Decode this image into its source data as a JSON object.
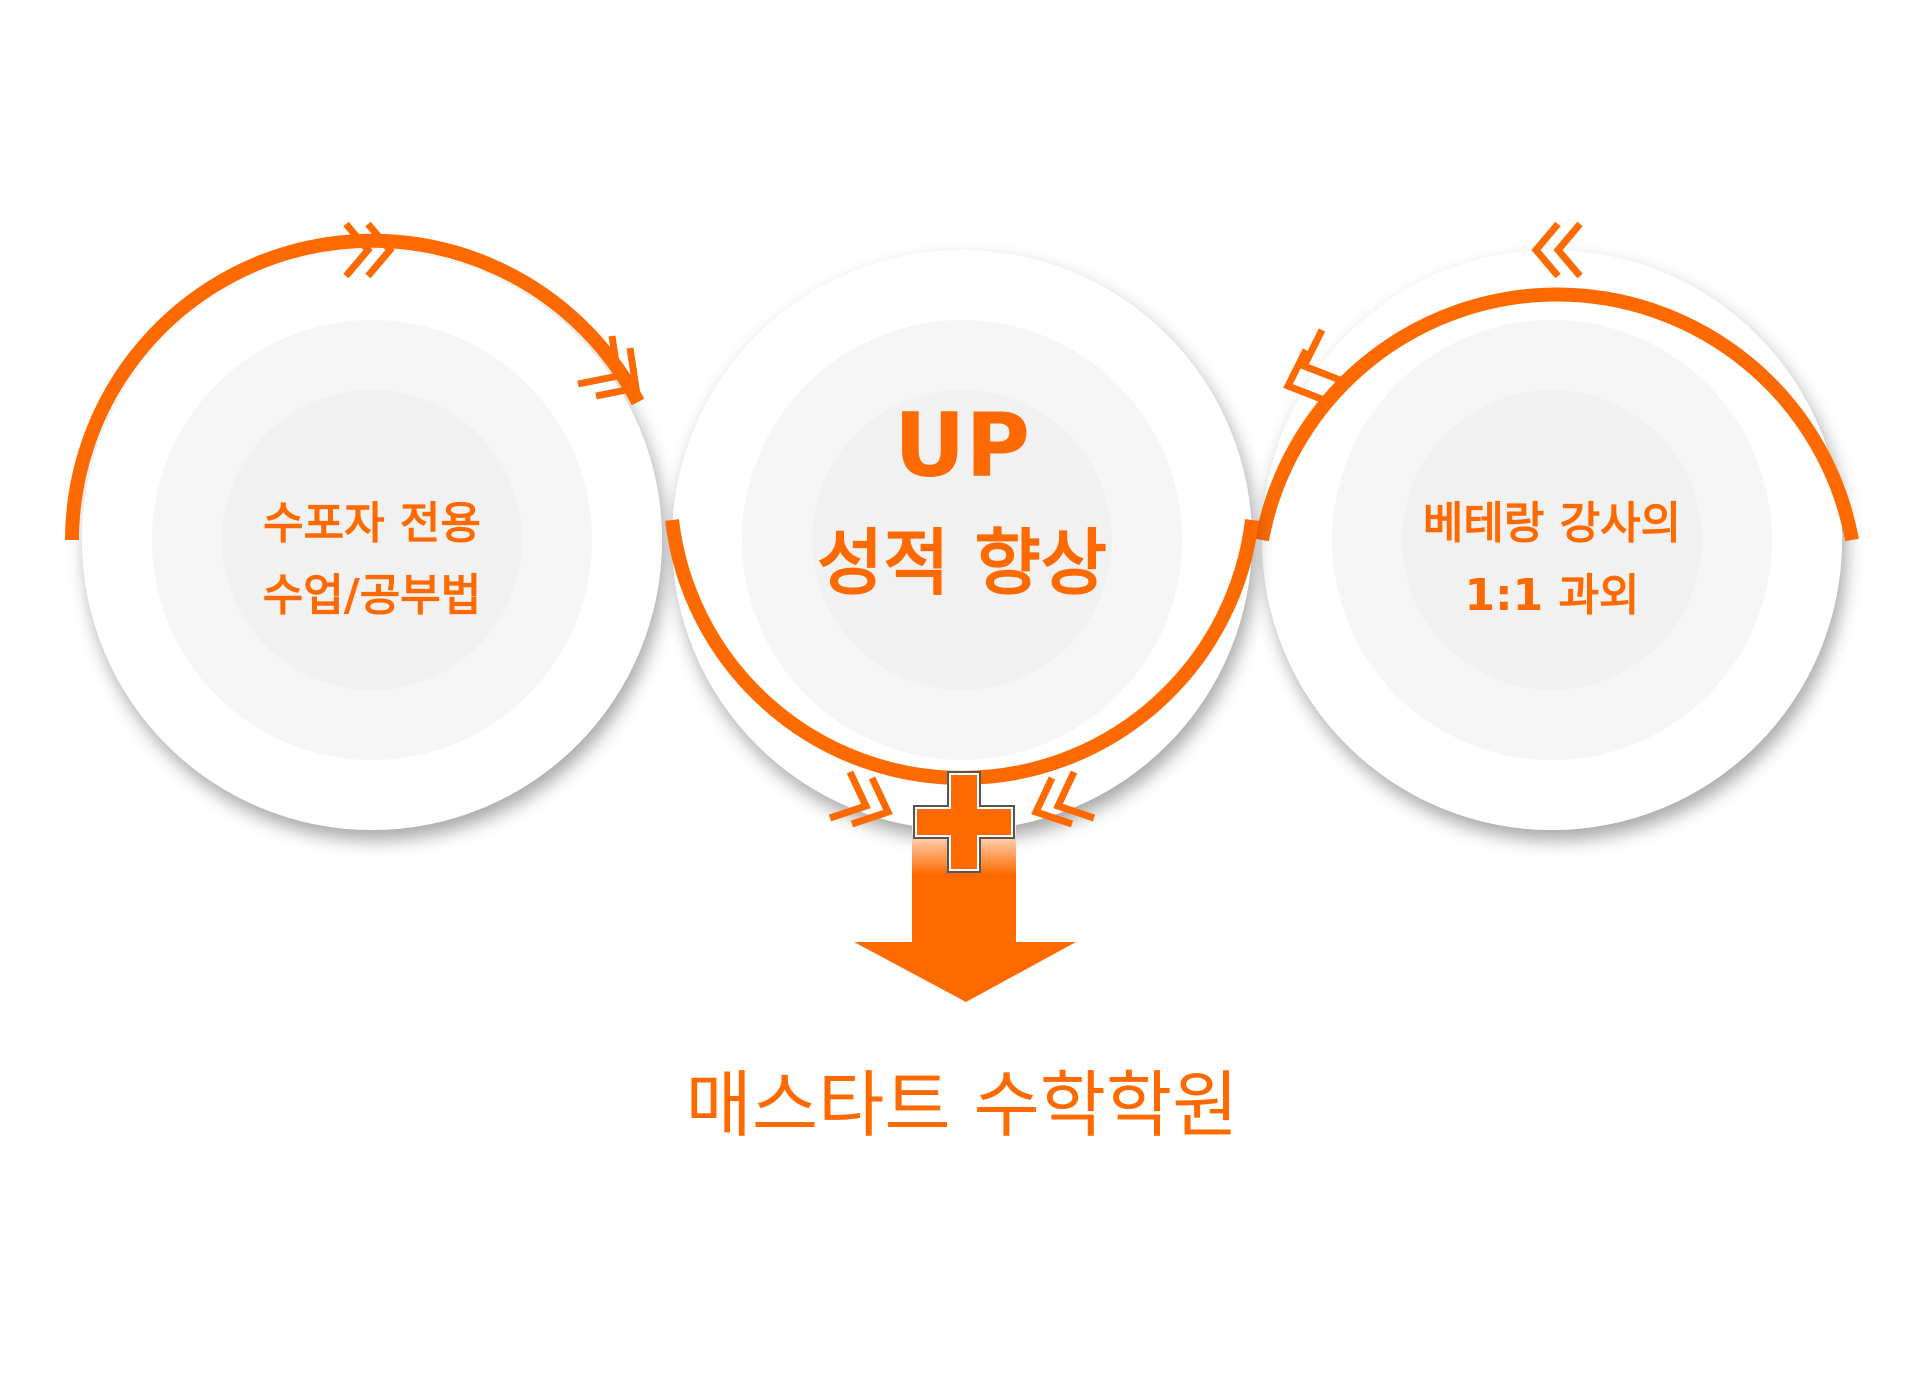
{
  "colors": {
    "accent": "#ff6a00",
    "circle_fill": "#ffffff",
    "inner_ring": "#f6f6f6",
    "inner_core": "#f1f1f1",
    "plus_outline": "#555555"
  },
  "left_circle": {
    "line1": "수포자 전용",
    "line2": "수업/공부법"
  },
  "center_circle": {
    "headline": "UP",
    "line1": "성적 향상"
  },
  "right_circle": {
    "line1": "베테랑 강사의",
    "line2": "1:1 과외"
  },
  "plus_icon": "plus-icon",
  "arrow_icon": "down-arrow-icon",
  "result_label": "매스타트 수학학원"
}
